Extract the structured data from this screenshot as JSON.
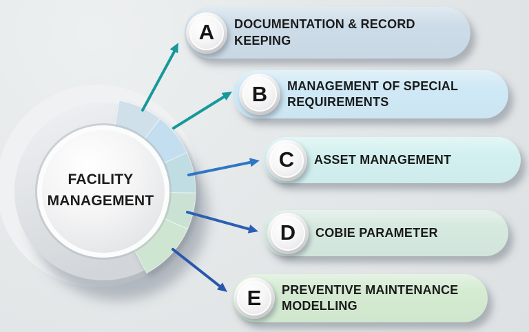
{
  "background_color": "#e4e8e9",
  "hub": {
    "title_lines": [
      "FACILITY",
      "MANAGEMENT"
    ],
    "ring_color": "#dde1e4",
    "segments": [
      {
        "for_item": "A",
        "color": "#cfe0eb"
      },
      {
        "for_item": "B",
        "color": "#c3deee"
      },
      {
        "for_item": "C",
        "color": "#c0dde3"
      },
      {
        "for_item": "D",
        "color": "#c9e2d4"
      },
      {
        "for_item": "E",
        "color": "#cee6d1"
      }
    ]
  },
  "arrows": [
    {
      "from": "hub",
      "to": "A",
      "color": "#17989b"
    },
    {
      "from": "hub",
      "to": "B",
      "color": "#17989b"
    },
    {
      "from": "hub",
      "to": "C",
      "color": "#2e77c5"
    },
    {
      "from": "hub",
      "to": "D",
      "color": "#2b5fb3"
    },
    {
      "from": "hub",
      "to": "E",
      "color": "#2a57ac"
    }
  ],
  "items": [
    {
      "letter": "A",
      "lines": [
        "DOCUMENTATION & RECORD",
        "KEEPING"
      ],
      "color": "#ccdce8"
    },
    {
      "letter": "B",
      "lines": [
        "MANAGEMENT OF SPECIAL",
        "REQUIREMENTS"
      ],
      "color": "#cfe9f6"
    },
    {
      "letter": "C",
      "lines": [
        "ASSET MANAGEMENT"
      ],
      "color": "#d3f0f0"
    },
    {
      "letter": "D",
      "lines": [
        "COBIE PARAMETER"
      ],
      "color": "#d6e9df"
    },
    {
      "letter": "E",
      "lines": [
        "PREVENTIVE MAINTENANCE",
        "MODELLING"
      ],
      "color": "#d4ebd2"
    }
  ]
}
